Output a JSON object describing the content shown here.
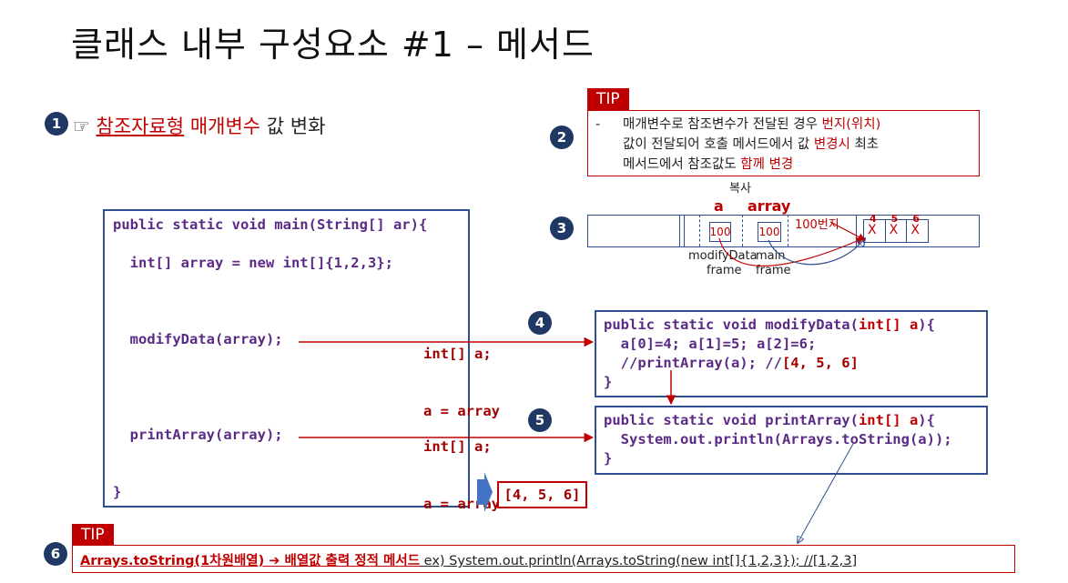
{
  "title": "클래스 내부 구성요소 #1 – 메서드",
  "badges": [
    "1",
    "2",
    "3",
    "4",
    "5",
    "6"
  ],
  "section1": {
    "pointer": "☞",
    "term_underlined": "참조자료형",
    "term_red": "매개변수",
    "rest": "값 변화"
  },
  "tip_top": {
    "label": "TIP",
    "dash": "-",
    "line1_a": "매개변수로 참조변수가 전달된 경우 ",
    "line1_b": "번지(위치)",
    "line2_a": "값이 전달되어 호출 메서드에서 값 ",
    "line2_b": "변경시",
    "line2_c": " 최초",
    "line3_a": "메서드에서 참조값도 ",
    "line3_b": "함께 변경"
  },
  "memory": {
    "copy_label": "복사",
    "var_a": "a",
    "var_array": "array",
    "cell_a": "100",
    "cell_array": "100",
    "addr_label": "100번지",
    "heap_values": [
      "4",
      "5",
      "6"
    ],
    "heap_marks": [
      "X",
      "X",
      "X"
    ],
    "frame_modify_1": "modifyData",
    "frame_modify_2": "frame",
    "frame_main_1": "main",
    "frame_main_2": "frame"
  },
  "main_code": {
    "line1": "public static void main(String[] ar){",
    "line2": "  int[] array = new int[]{1,2,3};",
    "line3": "  modifyData(array);",
    "line4": "  printArray(array);",
    "line5": "}"
  },
  "arrow_labels": {
    "a1_line1": "int[] a;",
    "a1_line2": "a = array",
    "a2_line1": "int[] a;",
    "a2_line2": "a = array"
  },
  "modify_code": {
    "line1_a": "public static void modifyData(",
    "line1_b": "int[] a",
    "line1_c": "){",
    "line2": "  a[0]=4; a[1]=5; a[2]=6;",
    "line3_a": "  //printArray(a); //",
    "line3_b": "[4, 5, 6]",
    "line4": "}"
  },
  "print_code": {
    "line1_a": "public static void printArray(",
    "line1_b": "int[] a",
    "line1_c": "){",
    "line2": "  System.out.println(Arrays.toString(a));",
    "line3": "}"
  },
  "output": "[4, 5, 6]",
  "tip_bottom": {
    "label": "TIP",
    "text_bold": "Arrays.toString(1차원배열) ➔ 배열값 출력 정적 메서드",
    "text_rest": " ex) System.out.println(Arrays.toString(new int[]{1,2,3}); //[1,2,3]"
  },
  "colors": {
    "accent_red": "#c00000",
    "navy": "#1f3864",
    "box_blue": "#2f4f8f",
    "code_purple": "#5b2a86"
  }
}
